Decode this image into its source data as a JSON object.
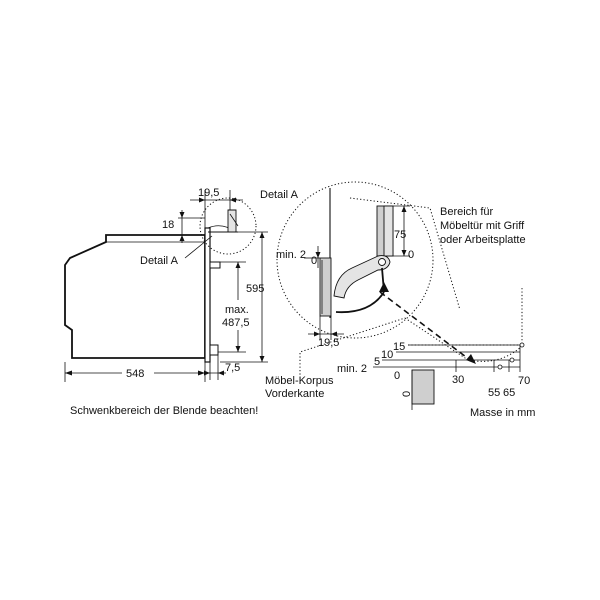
{
  "dimensions": {
    "d548": "548",
    "d19_5_top": "19,5",
    "d18": "18",
    "d595": "595",
    "d_max": "max.",
    "d487_5": "487,5",
    "d7_5": "7,5",
    "d75": "75",
    "d0_detail": "0",
    "d_min2_detail": "min. 2",
    "d0_left": "0",
    "d19_5_detail": "19,5",
    "d15": "15",
    "d10": "10",
    "d5": "5",
    "d_min2_bottom": "min. 2",
    "d0_bottom": "0",
    "d0_vert": "0",
    "d30": "30",
    "d55": "55",
    "d65": "65",
    "d70": "70"
  },
  "labels": {
    "detail_a_left": "Detail A",
    "detail_a_title": "Detail A",
    "area_line1": "Bereich für",
    "area_line2": "Möbeltür mit Griff",
    "area_line3": "oder Arbeitsplatte",
    "cabinet_line1": "Möbel-Korpus",
    "cabinet_line2": "Vorderkante",
    "swivel_note": "Schwenkbereich der Blende beachten!",
    "units_note": "Masse in mm"
  }
}
